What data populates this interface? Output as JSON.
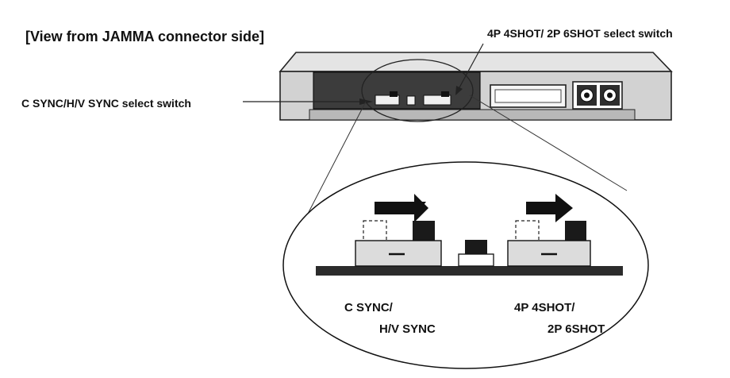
{
  "title": "[View from JAMMA connector side]",
  "callouts": {
    "top_right": "4P 4SHOT/ 2P 6SHOT select switch",
    "left": "C SYNC/H/V SYNC select switch"
  },
  "detail_labels": {
    "sync_line1": "C SYNC/",
    "sync_line2": "H/V SYNC",
    "shot_line1": "4P 4SHOT/",
    "shot_line2": "2P 6SHOT"
  }
}
